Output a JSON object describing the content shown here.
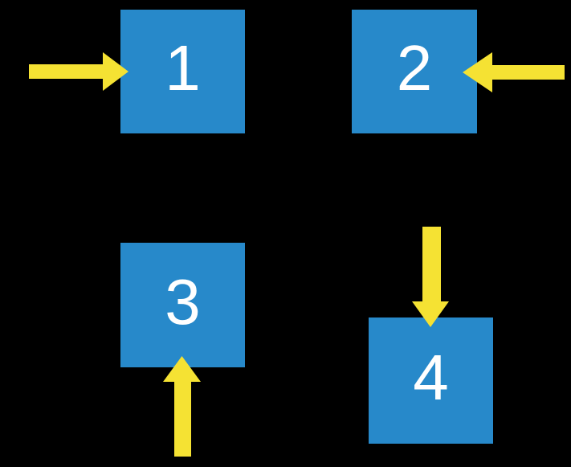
{
  "diagram": {
    "title": "numbered-squares-with-arrows",
    "background_color": "#000000",
    "square_color": "#2789CA",
    "arrow_color": "#F5E233",
    "label_color": "#FFFFFF",
    "squares": [
      {
        "label": "1",
        "arrow": "arrow points right into left edge"
      },
      {
        "label": "2",
        "arrow": "arrow points left into right edge"
      },
      {
        "label": "3",
        "arrow": "arrow points up into bottom edge"
      },
      {
        "label": "4",
        "arrow": "arrow points down into top edge"
      }
    ]
  }
}
